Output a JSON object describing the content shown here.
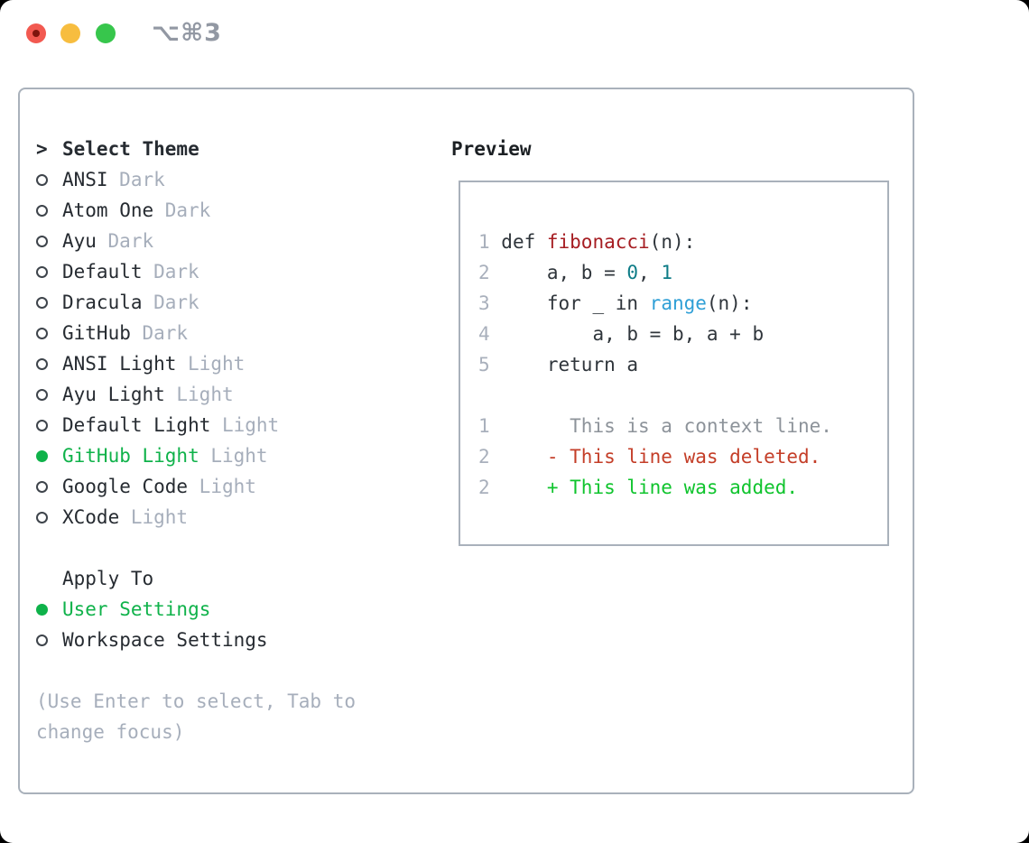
{
  "window": {
    "title": "⌥⌘3"
  },
  "titlebar": {
    "buttons": [
      "close",
      "minimize",
      "zoom"
    ],
    "close_has_dot": true
  },
  "theme_picker": {
    "title": "Select Theme",
    "items": [
      {
        "name": "ANSI",
        "variant": "Dark",
        "selected": false
      },
      {
        "name": "Atom One",
        "variant": "Dark",
        "selected": false
      },
      {
        "name": "Ayu",
        "variant": "Dark",
        "selected": false
      },
      {
        "name": "Default",
        "variant": "Dark",
        "selected": false
      },
      {
        "name": "Dracula",
        "variant": "Dark",
        "selected": false
      },
      {
        "name": "GitHub",
        "variant": "Dark",
        "selected": false
      },
      {
        "name": "ANSI Light",
        "variant": "Light",
        "selected": false
      },
      {
        "name": "Ayu Light",
        "variant": "Light",
        "selected": false
      },
      {
        "name": "Default Light",
        "variant": "Light",
        "selected": false
      },
      {
        "name": "GitHub Light",
        "variant": "Light",
        "selected": true
      },
      {
        "name": "Google Code",
        "variant": "Light",
        "selected": false
      },
      {
        "name": "XCode",
        "variant": "Light",
        "selected": false
      }
    ]
  },
  "apply_to": {
    "title": "Apply To",
    "options": [
      {
        "label": "User Settings",
        "selected": true
      },
      {
        "label": "Workspace Settings",
        "selected": false
      }
    ]
  },
  "hint": "(Use Enter to select, Tab to change focus)",
  "preview": {
    "title": "Preview",
    "code_lines": [
      {
        "number": "1",
        "tokens": [
          [
            "def ",
            "plain"
          ],
          [
            "fibonacci",
            "function"
          ],
          [
            "(n):",
            "plain"
          ]
        ]
      },
      {
        "number": "2",
        "tokens": [
          [
            "    a, b = ",
            "plain"
          ],
          [
            "0",
            "number"
          ],
          [
            ", ",
            "plain"
          ],
          [
            "1",
            "number"
          ]
        ]
      },
      {
        "number": "3",
        "tokens": [
          [
            "    for _ in ",
            "plain"
          ],
          [
            "range",
            "builtin"
          ],
          [
            "(n):",
            "plain"
          ]
        ]
      },
      {
        "number": "4",
        "tokens": [
          [
            "        a, b = b, a + b",
            "plain"
          ]
        ]
      },
      {
        "number": "5",
        "tokens": [
          [
            "    return a",
            "plain"
          ]
        ]
      }
    ],
    "diff_lines": [
      {
        "number": "1",
        "type": "context",
        "text": "      This is a context line."
      },
      {
        "number": "2",
        "type": "deleted",
        "text": "    - This line was deleted."
      },
      {
        "number": "2",
        "type": "added",
        "text": "    + This line was added."
      }
    ]
  },
  "colors": {
    "selected_green": "#0fb24a",
    "added_green": "#0fc42d",
    "deleted_red": "#c43e28",
    "function_red": "#a61d22",
    "number_teal": "#0e7c87",
    "builtin_blue": "#2e9fd6",
    "text": "#262b31",
    "dim_gray": "#a6aebb",
    "line_number_gray": "#a9b0bc",
    "context_gray": "#8d939a",
    "border_gray": "#a9b1bb",
    "traffic_red": "#f25950",
    "traffic_yellow": "#f7bd3f",
    "traffic_green": "#37c64c",
    "title_gray": "#9298a3"
  }
}
